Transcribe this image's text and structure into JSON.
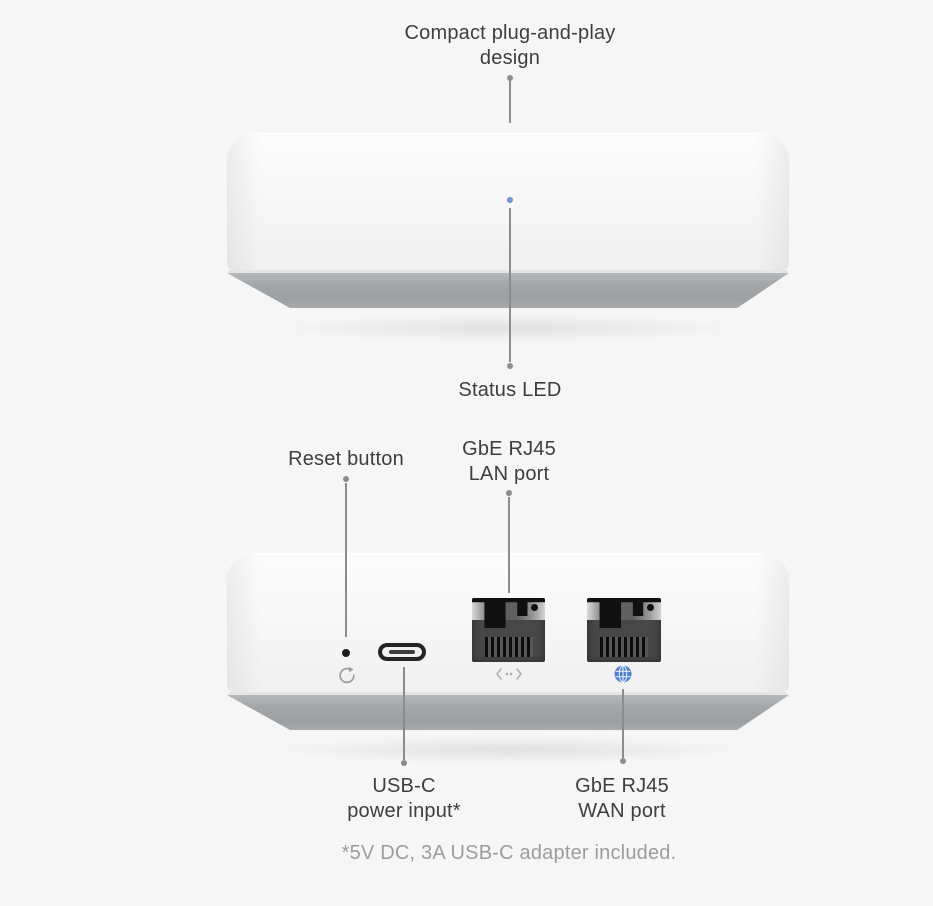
{
  "callouts": {
    "design": {
      "lines": [
        "Compact plug-and-play",
        "design"
      ]
    },
    "status_led": {
      "label": "Status LED"
    },
    "reset": {
      "label": "Reset button"
    },
    "lan": {
      "lines": [
        "GbE RJ45",
        "LAN port"
      ]
    },
    "usb_power": {
      "lines": [
        "USB-C",
        "power input*"
      ]
    },
    "wan": {
      "lines": [
        "GbE RJ45",
        "WAN port"
      ]
    }
  },
  "footnote": "*5V DC, 3A USB-C adapter included.",
  "colors": {
    "page_bg": "#f6f6f7",
    "label_text": "#3e3e3e",
    "footnote_text": "#9c9c9c",
    "callout_line": "#8a8c8e",
    "status_led": "#6d90d8",
    "wan_globe": "#4d7fd0",
    "device_base": "#a3a6a8",
    "port_dark": "#1d1d1f"
  },
  "icons": {
    "reset": "reset-arrow-icon",
    "lan": "lan-link-icon",
    "wan": "globe-icon",
    "status": "status-led-dot"
  }
}
